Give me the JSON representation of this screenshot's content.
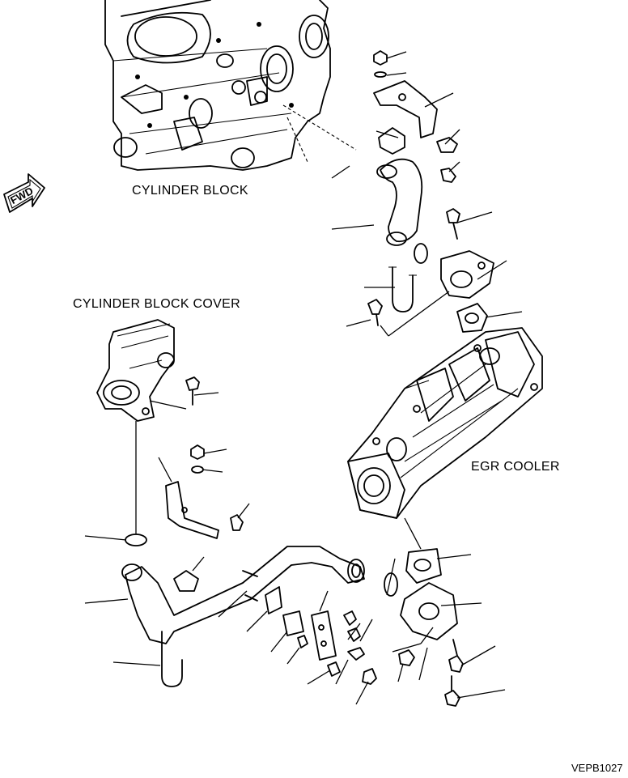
{
  "labels": {
    "cylinder_block": "CYLINDER BLOCK",
    "cylinder_block_cover": "CYLINDER BLOCK COVER",
    "egr_cooler": "EGR COOLER",
    "forward_arrow": "FWD"
  },
  "figure_code": "VEPB1027"
}
